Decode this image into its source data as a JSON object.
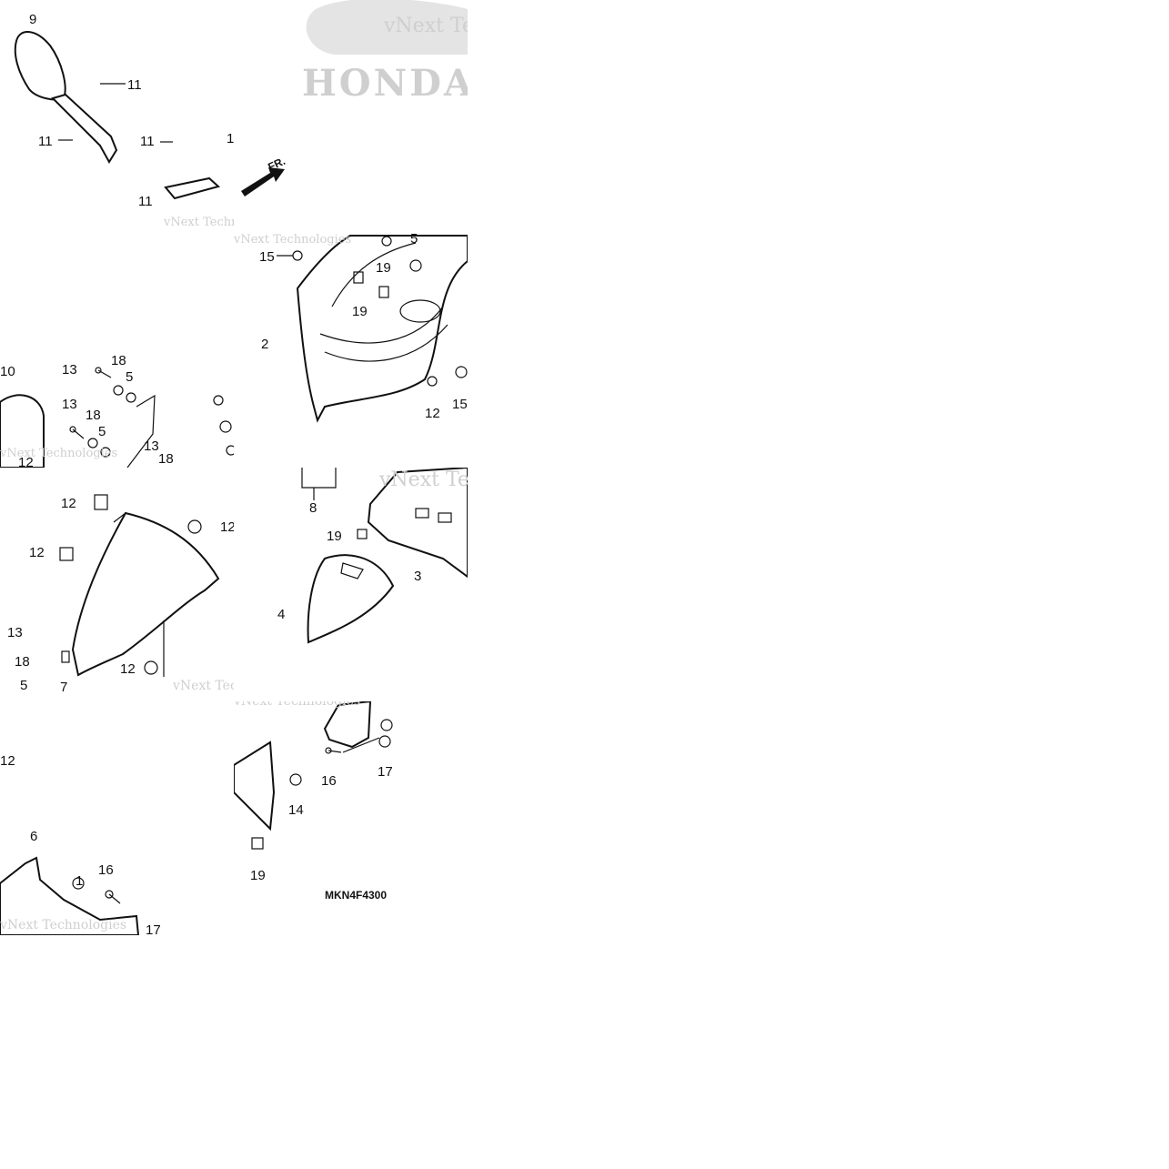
{
  "diagram_code": "MKN4F4300",
  "front_arrow_label": "FR.",
  "brand_watermark": "HONDA",
  "watermark_text": "vNext Technologies",
  "part_labels": {
    "n1": "1",
    "n2": "2",
    "n3": "3",
    "n4": "4",
    "n5": "5",
    "n6": "6",
    "n7": "7",
    "n8": "8",
    "n9": "9",
    "n10": "10",
    "n11": "11",
    "n12": "12",
    "n13": "13",
    "n14": "14",
    "n15": "15",
    "n16": "16",
    "n17": "17",
    "n18": "18",
    "n19": "19"
  },
  "colors": {
    "line": "#111111",
    "watermark": "#cfcfcf",
    "background": "#ffffff"
  }
}
